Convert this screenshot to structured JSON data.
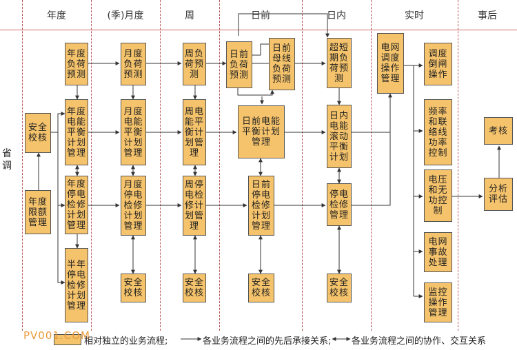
{
  "headers": {
    "year": "年度",
    "quarter_month": "(季)月度",
    "week": "周",
    "day_ahead": "日前",
    "intraday": "日内",
    "realtime": "实时",
    "post": "事后"
  },
  "side_label": "省调",
  "boxes": {
    "safety_check_main": "安全校核",
    "annual_limit": "年度限额管理",
    "annual_load_forecast": "年度负荷预测",
    "annual_energy_balance": "年度电能平衡计划管理",
    "annual_outage_plan": "年度停电检修计划管理",
    "halfyear_outage_plan": "半年停电检修计划管理",
    "monthly_load_forecast": "月度负荷预测",
    "monthly_energy_balance": "月度电能平衡计划管理",
    "monthly_outage_plan": "月度停电检修计划管理",
    "monthly_safety_check": "安全校核",
    "weekly_load_forecast": "周负荷预测",
    "weekly_energy_balance": "周电能平衡计划管理",
    "weekly_outage_plan": "周停电检修计划管理",
    "weekly_safety_check": "安全校核",
    "dayahead_load_forecast": "日前负荷预测",
    "dayahead_bus_load_forecast": "日前母线负荷预测",
    "dayahead_energy_balance": "日前电能平衡计划管理",
    "dayahead_outage_plan": "日前停电检修计划管理",
    "dayahead_safety_check": "安全校核",
    "ultrashort_load_forecast": "超短期负荷预测",
    "intraday_rolling_plan": "日内电能滚动平衡计划",
    "intraday_outage_mgmt": "停电检修管理",
    "intraday_safety_check": "安全校核",
    "grid_dispatch_ops": "电网调度操作管理",
    "switching_ops": "调度倒闸操作",
    "freq_tieline_control": "频率和联络线功率控制",
    "voltage_reactive_control": "电压和无功控制",
    "grid_fault_handling": "电网事故处理",
    "monitoring_ops": "监控操作管理",
    "assessment": "考核",
    "analysis_evaluation": "分析评估"
  },
  "legend": {
    "independent": "相对独立的业务流程;",
    "sequence": "各业务流程之间的先后承接关系;",
    "interaction": "各业务流程之间的协作、交互关系"
  },
  "watermark": "PV001.COM",
  "colors": {
    "box": "#f5c36b",
    "separator": "#b55",
    "arrow": "#333"
  }
}
